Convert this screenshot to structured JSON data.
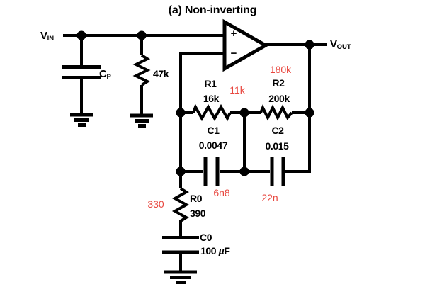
{
  "title": "(a) Non-inverting",
  "colors": {
    "ink": "#000000",
    "annotation_red": "#e8463e",
    "background": "#ffffff"
  },
  "components": {
    "vin": {
      "label": "V",
      "sub": "IN"
    },
    "vout": {
      "label": "V",
      "sub": "OUT"
    },
    "cp": {
      "label": "C",
      "sub": "P"
    },
    "input_resistor": {
      "value": "47k"
    },
    "opamp": {
      "plus_label": "+",
      "minus_label": "−"
    },
    "r1": {
      "name": "R1",
      "value": "16k",
      "annotation": "11k"
    },
    "r2": {
      "name": "R2",
      "value": "200k",
      "annotation": "180k"
    },
    "c1": {
      "name": "C1",
      "value": "0.0047",
      "annotation": "6n8"
    },
    "c2": {
      "name": "C2",
      "value": "0.015",
      "annotation": "22n"
    },
    "r0": {
      "name": "R0",
      "value": "390",
      "annotation": "330"
    },
    "c0": {
      "name": "C0",
      "value_prefix": "100 ",
      "value_mu": "µ",
      "value_suffix": "F"
    }
  }
}
